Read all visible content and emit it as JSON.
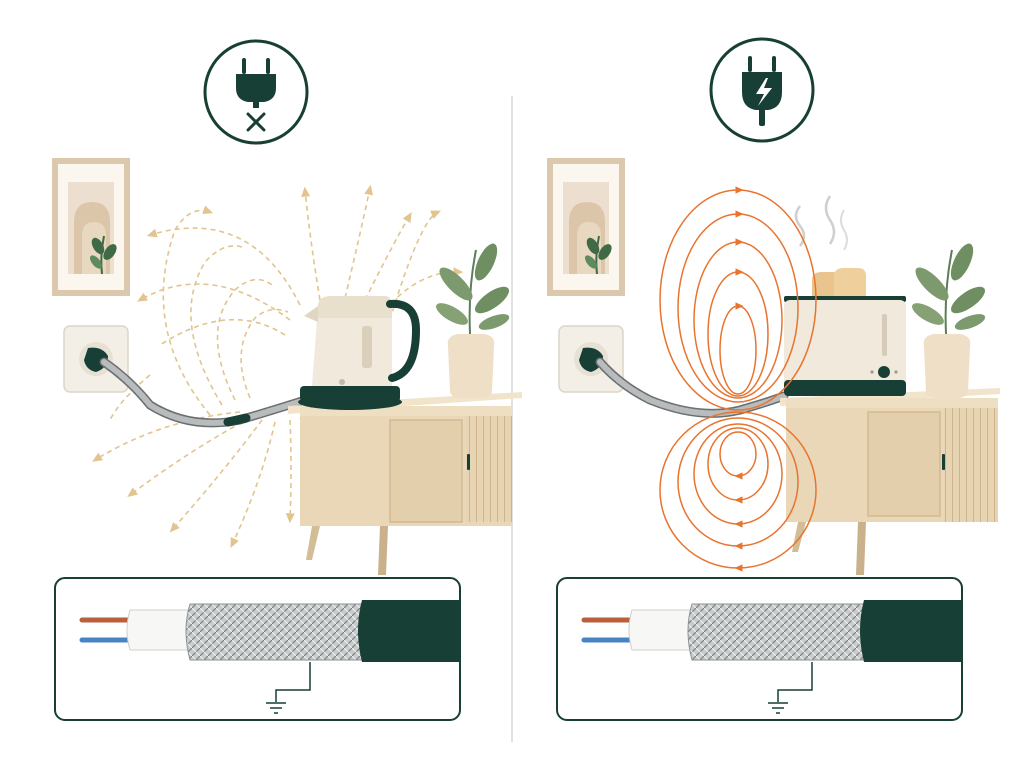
{
  "panels": [
    {
      "id": "left",
      "status": "unplugged",
      "status_icon": "plug-off-icon",
      "appliance": "kettle",
      "field_style": "dashed",
      "field_color": "#e2c48e"
    },
    {
      "id": "right",
      "status": "plugged-in",
      "status_icon": "plug-power-icon",
      "appliance": "toaster",
      "field_style": "solid",
      "field_color": "#e8742e"
    }
  ],
  "cable_cross_section": {
    "conductors": [
      "brown-wire",
      "blue-wire"
    ],
    "layers": [
      "white-insulation",
      "metal-braid-shield",
      "dark-green-jacket"
    ],
    "shield_connection": "ground-symbol"
  },
  "colors": {
    "accent": "#173f35",
    "wood": "#e9d7b8",
    "wood_dark": "#d3bd97",
    "cream": "#efe7d8",
    "braid": "#b9bcbd",
    "brown_wire": "#b85f3c",
    "blue_wire": "#4a83c4"
  }
}
